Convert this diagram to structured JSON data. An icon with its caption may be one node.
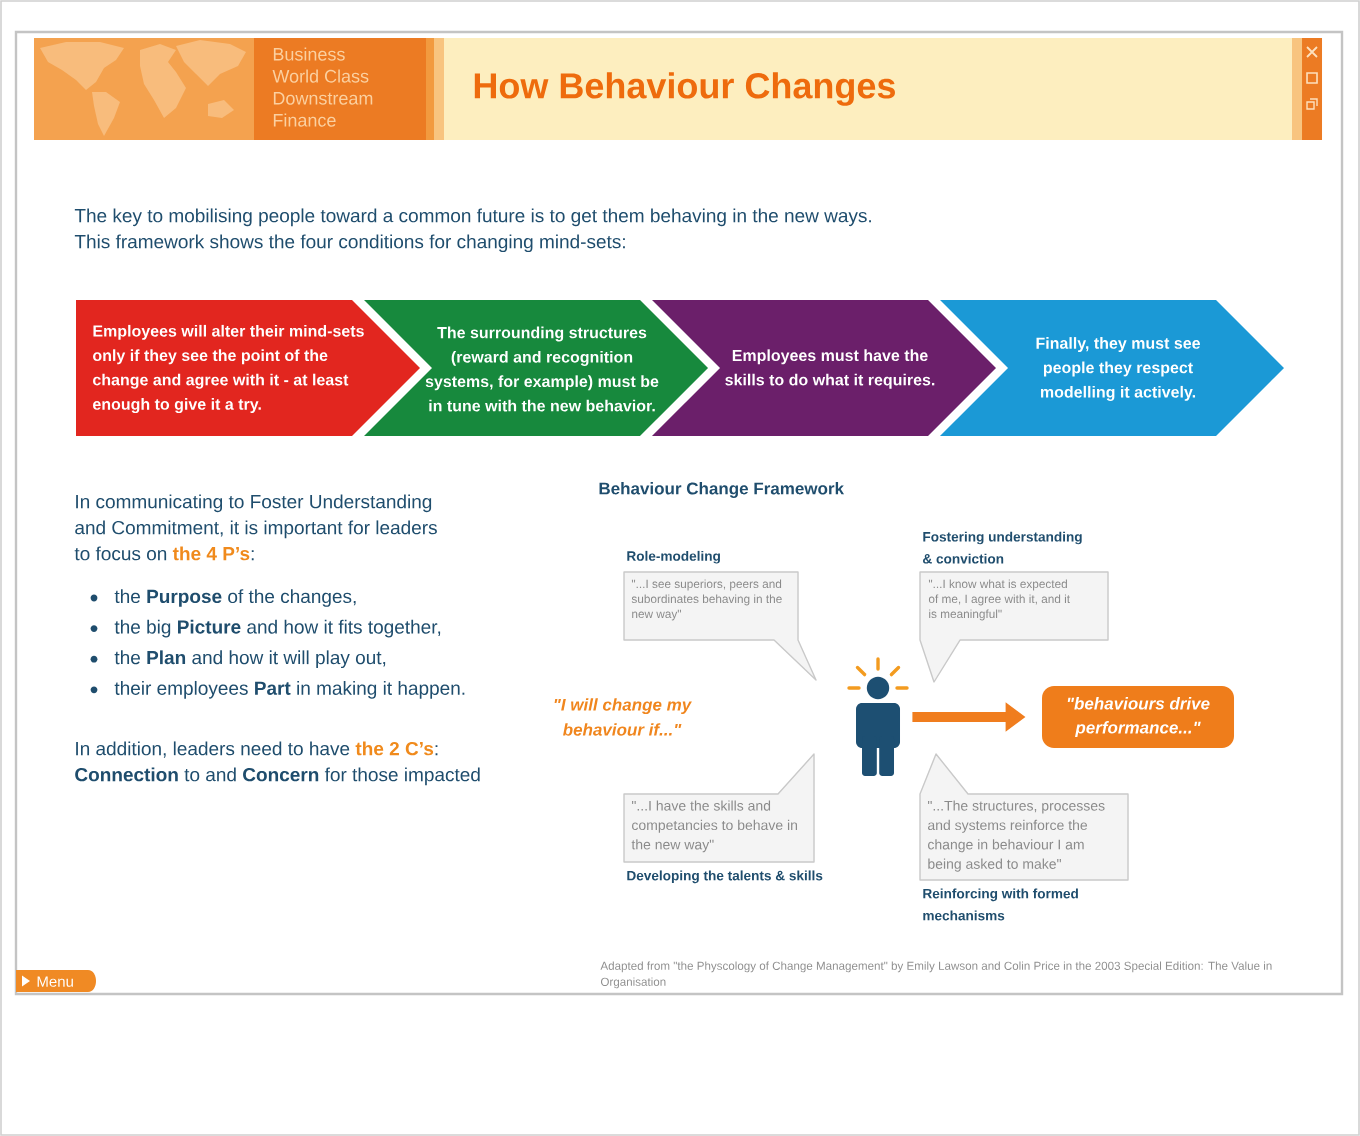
{
  "diagram": {
    "title": "How Behaviour Changes",
    "nodes": [
      {
        "text": [
          "Employees will alter their mind-sets only if they see the point of the change and agree with it - at least enough to give it a try."
        ]
      },
      {
        "text": [
          "The surrounding structures (reward and recognition systems, for example) must be in tune with the new behavior."
        ]
      },
      {
        "text": [
          "Employees must have the skills to do what it requires."
        ]
      },
      {
        "text": [
          "Finally, they must see people they respect modelling it actively."
        ]
      },
      {
        "text": [
          "Role-modeling",
          "\"...I see superiors, peers and subordinates behaving in the new way\""
        ]
      },
      {
        "text": [
          "Fostering understanding & conviction",
          "\"...I know what is expected of me, I agree with it, and it is meaningful\""
        ]
      },
      {
        "text": [],
        "shape": "person"
      },
      {
        "text": [
          "\"behaviours drive performance...\""
        ]
      },
      {
        "text": [
          "\"...I have the skills and competancies to behave in the new way\"",
          "Developing the talents & skills"
        ]
      },
      {
        "text": [
          "\"...The structures, processes and systems reinforce the change in behaviour I am being asked to make\"",
          "Reinforcing with formed mechanisms"
        ]
      }
    ],
    "edges": [
      {
        "from": 6,
        "to": 7,
        "arrow": "to",
        "color": "#f07d1e"
      }
    ],
    "labels": [
      "Business World Class Downstream Finance",
      "The key to mobilising people toward a common future is to get them behaving in the new ways. This framework shows the four conditions for changing mind-sets:",
      "In communicating to Foster Understanding and Commitment, it is important for leaders to focus on **the 4 P’s**:",
      "the **Purpose** of the changes,",
      "the big **Picture** and how it fits together,",
      "the **Plan** and how it will play out,",
      "their employees **Part** in making it happen.",
      "In addition, leaders need to have **the 2 C’s**: **Connection** to and **Concern** for those impacted",
      "Behaviour Change Framework",
      "\"I will change my behaviour if...\"",
      "Adapted from \"the Physcology of Change Management\" by Emily Lawson and Colin Price in the 2003 Special Edition: The Value in Organisation",
      "Menu"
    ]
  }
}
